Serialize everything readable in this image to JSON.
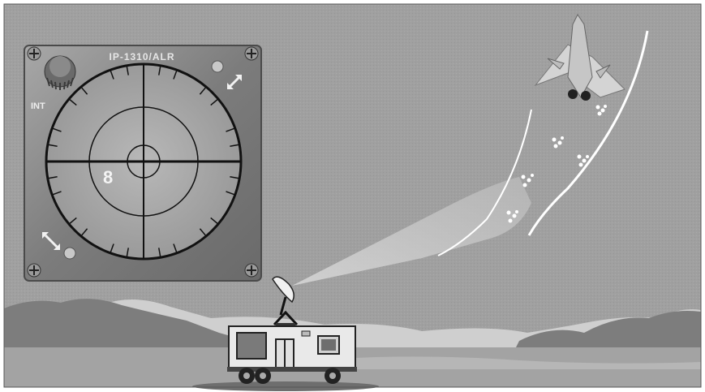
{
  "panel": {
    "title": "IP-1310/ALR",
    "int_label": "INT",
    "threat_symbol": "8"
  },
  "colors": {
    "sky": "#9c9c9c",
    "ground": "#a9a9a9",
    "mountains_dark": "#7d7d7d",
    "mountains_light": "#cfcfcf",
    "panel_face": "#8e8e8e",
    "scope_lines": "#111111",
    "beam": "#c8c8c8"
  },
  "icons": [
    "screw-icon",
    "knob-icon",
    "power-lamp-icon",
    "arrow-icon",
    "radar-dish-icon",
    "fighter-jet-icon",
    "chaff-icon"
  ]
}
